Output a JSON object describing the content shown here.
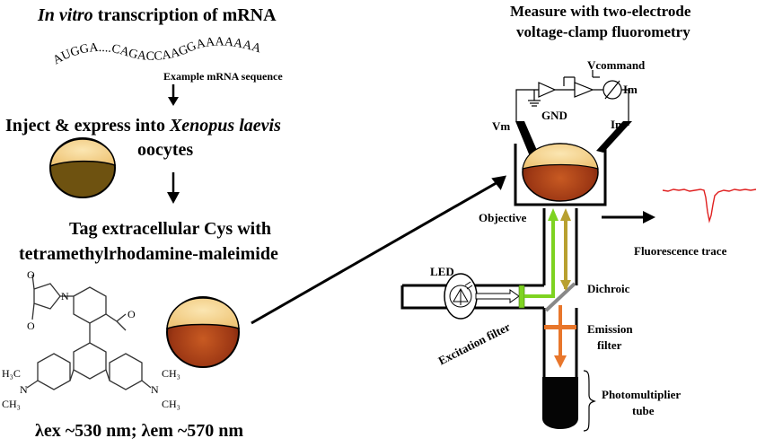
{
  "left": {
    "title_italic": "In vitro",
    "title_rest": " transcription of mRNA",
    "mrna_sequence": "AUGGA....CAGACCAAGGAAAAAAA",
    "mrna_caption": "Example mRNA sequence",
    "inject_line1_prefix": "Inject & express into ",
    "inject_line1_italic": "Xenopus laevis",
    "inject_line2": "oocytes",
    "tag_line1": "Tag extracellular Cys with",
    "tag_line2": "tetramethylrhodamine-maleimide",
    "wavelengths": "λex ~530 nm; λem ~570 nm",
    "chem_labels": {
      "o_top": "O",
      "o_bottom": "O",
      "n_ring": "N",
      "carboxylate": "O",
      "amine_left": "N",
      "amine_right": "N",
      "methyl_tl": "H₃C",
      "methyl_bl": "CH₃",
      "methyl_tr": "CH₃",
      "methyl_br": "CH₃"
    }
  },
  "right": {
    "title_line1": "Measure with two-electrode",
    "title_line2": "voltage-clamp fluorometry",
    "vcommand": "Vcommand",
    "gnd": "GND",
    "im_top": "Im",
    "vm": "Vm",
    "im_right": "Im",
    "objective": "Objective",
    "fluorescence_trace": "Fluorescence trace",
    "led": "LED",
    "dichroic": "Dichroic",
    "emission_filter_1": "Emission",
    "emission_filter_2": "filter",
    "excitation_filter": "Excitation filter",
    "pmt_1": "Photomultiplier",
    "pmt_2": "tube"
  },
  "colors": {
    "oocyte_animal": "#f6d99a",
    "oocyte_vegetal_dark": "#6e5210",
    "oocyte_vegetal_red": "#a8401a",
    "trace_red": "#e02020",
    "excitation_green": "#7ed321",
    "emission_orange": "#e8762b",
    "pmt_black": "#050505"
  }
}
